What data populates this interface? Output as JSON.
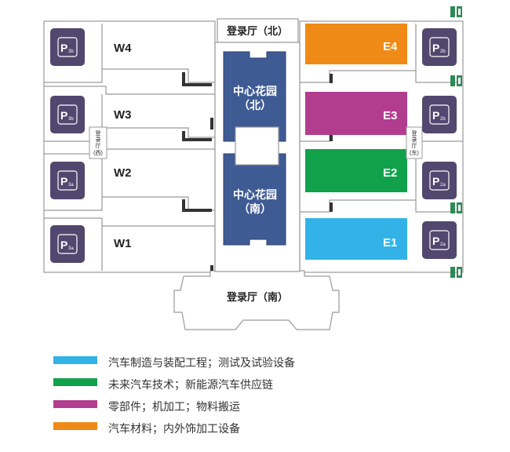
{
  "halls": {
    "w4": "W4",
    "w3": "W3",
    "w2": "W2",
    "w1": "W1",
    "e4": "E4",
    "e3": "E3",
    "e2": "E2",
    "e1": "E1"
  },
  "lobbies": {
    "north": "登录厅（北）",
    "south": "登录厅（南）",
    "west": [
      "登",
      "录",
      "厅",
      "(西)"
    ],
    "east": [
      "登",
      "录",
      "厅",
      "(东)"
    ]
  },
  "gardens": {
    "north": [
      "中心花园",
      "（北）"
    ],
    "south": [
      "中心花园",
      "（南）"
    ]
  },
  "parking": {
    "p3b_top": {
      "main": "P",
      "sub": "3b"
    },
    "p3b_bottom": {
      "main": "P",
      "sub": "3b"
    },
    "p3a_top": {
      "main": "P",
      "sub": "3a"
    },
    "p3a_bottom": {
      "main": "P",
      "sub": "3a"
    },
    "p2b_top": {
      "main": "P",
      "sub": "2b"
    },
    "p2b_bottom": {
      "main": "P",
      "sub": "2b"
    },
    "p2a_top": {
      "main": "P",
      "sub": "2a"
    },
    "p2a_bottom": {
      "main": "P",
      "sub": "2a"
    }
  },
  "colors": {
    "blue": "#33b2e8",
    "green": "#12a14b",
    "magenta": "#b23d8f",
    "orange": "#f08a16",
    "garden": "#3f5b94",
    "parking": "#52476e",
    "toilet": "#2d8a56",
    "outline": "#9a9a9a"
  },
  "legend": [
    {
      "color": "#33b2e8",
      "text": "汽车制造与装配工程；测试及试验设备"
    },
    {
      "color": "#12a14b",
      "text": "未来汽车技术；新能源汽车供应链"
    },
    {
      "color": "#b23d8f",
      "text": "零部件；机加工；物料搬运"
    },
    {
      "color": "#f08a16",
      "text": "汽车材料；内外饰加工设备"
    }
  ]
}
